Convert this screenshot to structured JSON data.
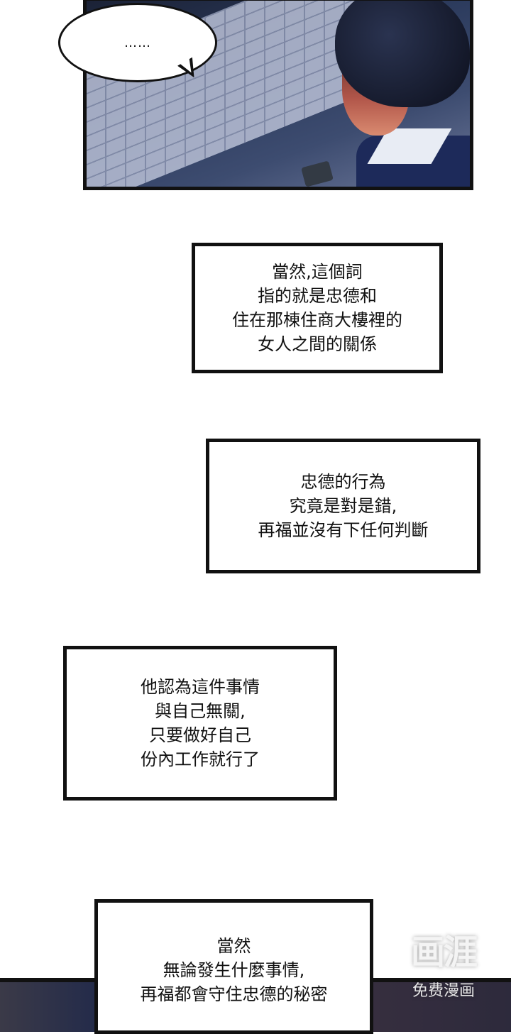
{
  "top_panel": {
    "speech": "……"
  },
  "captions": [
    {
      "lines": [
        "當然,這個詞",
        "指的就是忠德和",
        "住在那棟住商大樓裡的",
        "女人之間的關係"
      ]
    },
    {
      "lines": [
        "忠德的行為",
        "究竟是對是錯,",
        "再福並沒有下任何判斷"
      ]
    },
    {
      "lines": [
        "他認為這件事情",
        "與自己無關,",
        "只要做好自己",
        "份內工作就行了"
      ]
    },
    {
      "lines": [
        "當然",
        "無論發生什麼事情,",
        "再福都會守住忠德的秘密"
      ]
    }
  ],
  "watermark": {
    "logo": "画涯",
    "subtitle": "免费漫画"
  }
}
